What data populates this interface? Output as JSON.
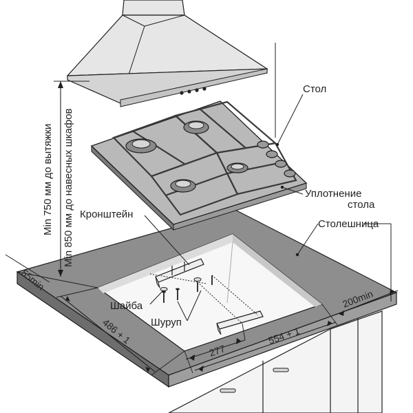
{
  "labels": {
    "stol": "Стол",
    "uplotnenie_line1": "Уплотнение",
    "uplotnenie_line2": "стола",
    "kronshtein": "Кронштейн",
    "stoleshnitsa": "Столешница",
    "shaiba": "Шайба",
    "shurup": "Шуруп",
    "vert_hood": "Min 750 мм до вытяжки",
    "vert_cabinets": "Min 850 мм до навесных шкафов"
  },
  "dimensions": {
    "left_min": "55min",
    "right_min": "200min",
    "depth": "486 + 1",
    "width": "554 + 1",
    "bracket_offset": "277"
  },
  "colors": {
    "line": "#1e1e1e",
    "countertop": "#8e8e8e",
    "countertop_edge": "#6d6d6d",
    "hob_glass": "#b9b9b9",
    "hood": "#e6e6e6",
    "cabinet": "#f4f4f4",
    "cutout": "#f7f7f7"
  }
}
